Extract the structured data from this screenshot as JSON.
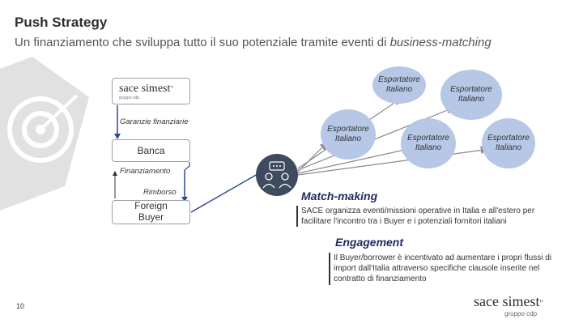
{
  "header": {
    "title": "Push Strategy",
    "subtitle_plain": "Un finanziamento che sviluppa tutto il suo potenziale tramite eventi di ",
    "subtitle_italic": "business-matching"
  },
  "logo_top": {
    "brand": "sace simest",
    "tagline": "gruppo cdp"
  },
  "flow": {
    "garanzie_label": "Garanzie finanziarie",
    "banca_label": "Banca",
    "finanziamento_label": "Finanziamento",
    "rimborso_label": "Rimborso",
    "foreign_buyer_label": "Foreign Buyer"
  },
  "circles": [
    {
      "label": "Esportatore Italiano"
    },
    {
      "label": "Esportatore Italiano"
    },
    {
      "label": "Esportatore Italiano"
    },
    {
      "label": "Esportatore Italiano"
    },
    {
      "label": "Esportatore Italiano"
    }
  ],
  "match_making": {
    "heading": "Match-making",
    "text": "SACE organizza eventi/missioni operative in Italia e all'estero per facilitare l'incontro tra i Buyer e i potenziali fornitori italiani"
  },
  "engagement": {
    "heading": "Engagement",
    "text": "Il Buyer/borrower è incentivato ad aumentare i propri flussi di import dall'Italia attraverso specifiche clausole inserite nel contratto di finanziamento"
  },
  "footer": {
    "page_number": "10",
    "brand": "sace simest",
    "tagline": "gruppo cdp"
  },
  "colors": {
    "circle": "#b7c7e6",
    "navy": "#1a2b5f",
    "icon_bg": "#3e4a5e",
    "arrow_blue": "#2f4a8a"
  },
  "icons": {
    "target": "target-icon",
    "meeting": "meeting-icon"
  }
}
